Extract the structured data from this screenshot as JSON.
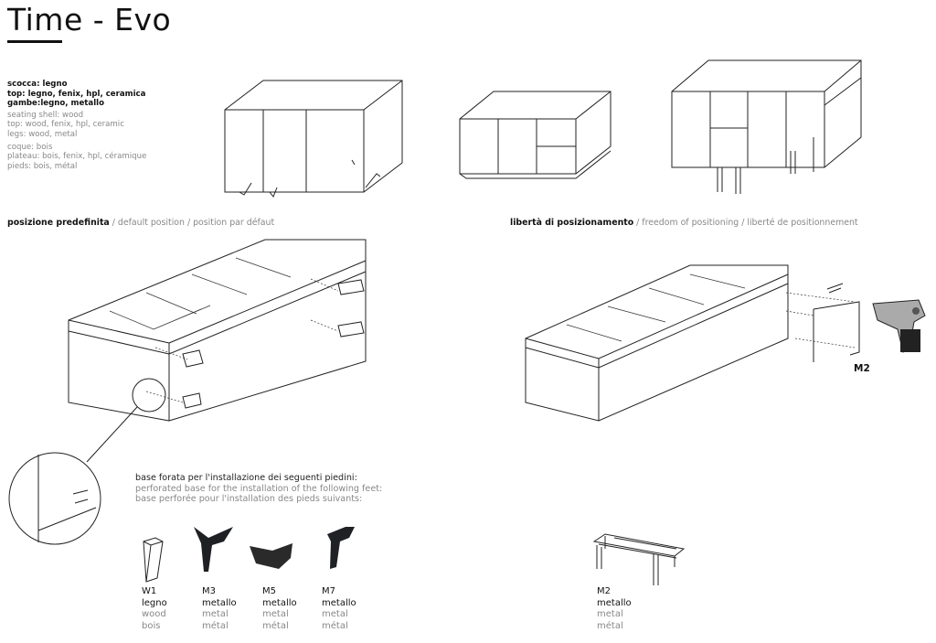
{
  "title": "Time - Evo",
  "specs": {
    "it": [
      "scocca: legno",
      "top: legno, fenix, hpl, ceramica",
      "gambe:legno, metallo"
    ],
    "en": [
      "seating shell: wood",
      "top: wood, fenix, hpl, ceramic",
      "legs: wood, metal"
    ],
    "fr": [
      "coque: bois",
      "plateau: bois, fenix, hpl, céramique",
      "pieds: bois, métal"
    ]
  },
  "captions": {
    "default": {
      "it": "posizione predefinita",
      "rest": " / default position / position par défaut"
    },
    "freedom": {
      "it": "libertà di posizionamento",
      "rest": " / freedom of positioning / liberté de positionnement"
    }
  },
  "feet_caption": {
    "it": "base forata per l'installazione dei seguenti piedini:",
    "en": "perforated base for the installation of the following feet:",
    "fr": "base perforée pour l'installation des pieds suivants:"
  },
  "feet": [
    {
      "code": "W1",
      "it": "legno",
      "en": "wood",
      "fr": "bois"
    },
    {
      "code": "M3",
      "it": "metallo",
      "en": "metal",
      "fr": "métal"
    },
    {
      "code": "M5",
      "it": "metallo",
      "en": "metal",
      "fr": "métal"
    },
    {
      "code": "M7",
      "it": "metallo",
      "en": "metal",
      "fr": "métal"
    }
  ],
  "m2": {
    "code": "M2",
    "it": "metallo",
    "en": "metal",
    "fr": "métal"
  },
  "drill_label": "M2"
}
